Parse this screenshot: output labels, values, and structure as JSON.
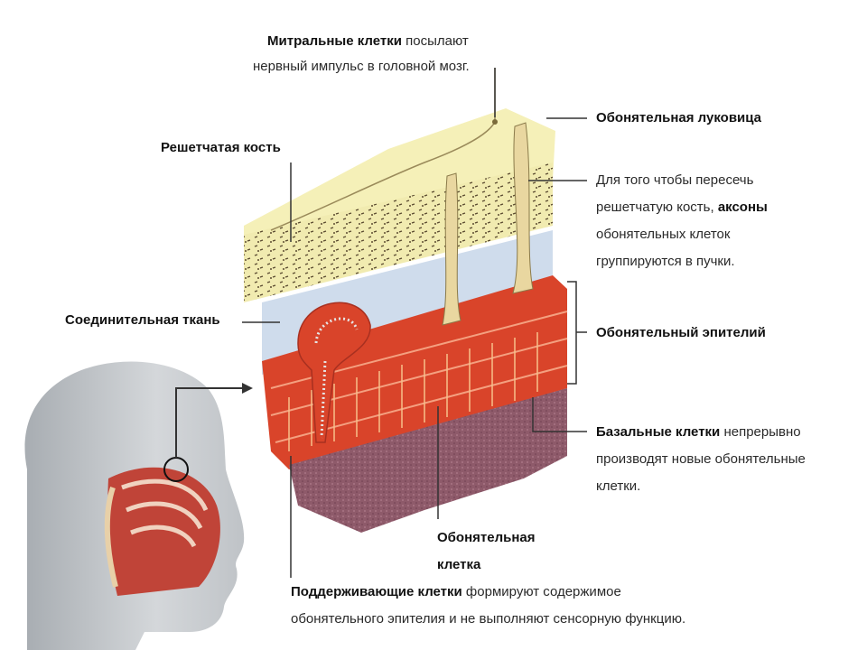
{
  "labels": {
    "mitral_bold": "Митральные клетки",
    "mitral_rest": " посылают",
    "mitral_line2": "нервный импульс в головной мозг.",
    "bulb": "Обонятельная луковица",
    "ethmoid": "Решетчатая кость",
    "axons_l1": "Для того чтобы пересечь",
    "axons_l2_pre": "решетчатую кость, ",
    "axons_l2_bold": "аксоны",
    "axons_l3": "обонятельных клеток",
    "axons_l4": "группируются в пучки.",
    "connective": "Соединительная ткань",
    "epithelium": "Обонятельный эпителий",
    "basal_bold": "Базальные клетки",
    "basal_rest": " непрерывно",
    "basal_l2": "производят новые обонятельные",
    "basal_l3": "клетки.",
    "olf_cell_l1": "Обонятельная",
    "olf_cell_l2": "клетка",
    "support_bold": "Поддерживающие клетки",
    "support_rest": " формируют содержимое",
    "support_l2": "обонятельного эпителия и не выполняют сенсорную функцию."
  },
  "colors": {
    "bulb_layer": "#f5f0b8",
    "bone_layer": "#f1ebb0",
    "connective_layer": "#cfdcec",
    "epithelium_layer": "#d9442a",
    "basal_layer": "#8e5a6a",
    "head": "#c9cdd1",
    "pointer": "#333333"
  }
}
